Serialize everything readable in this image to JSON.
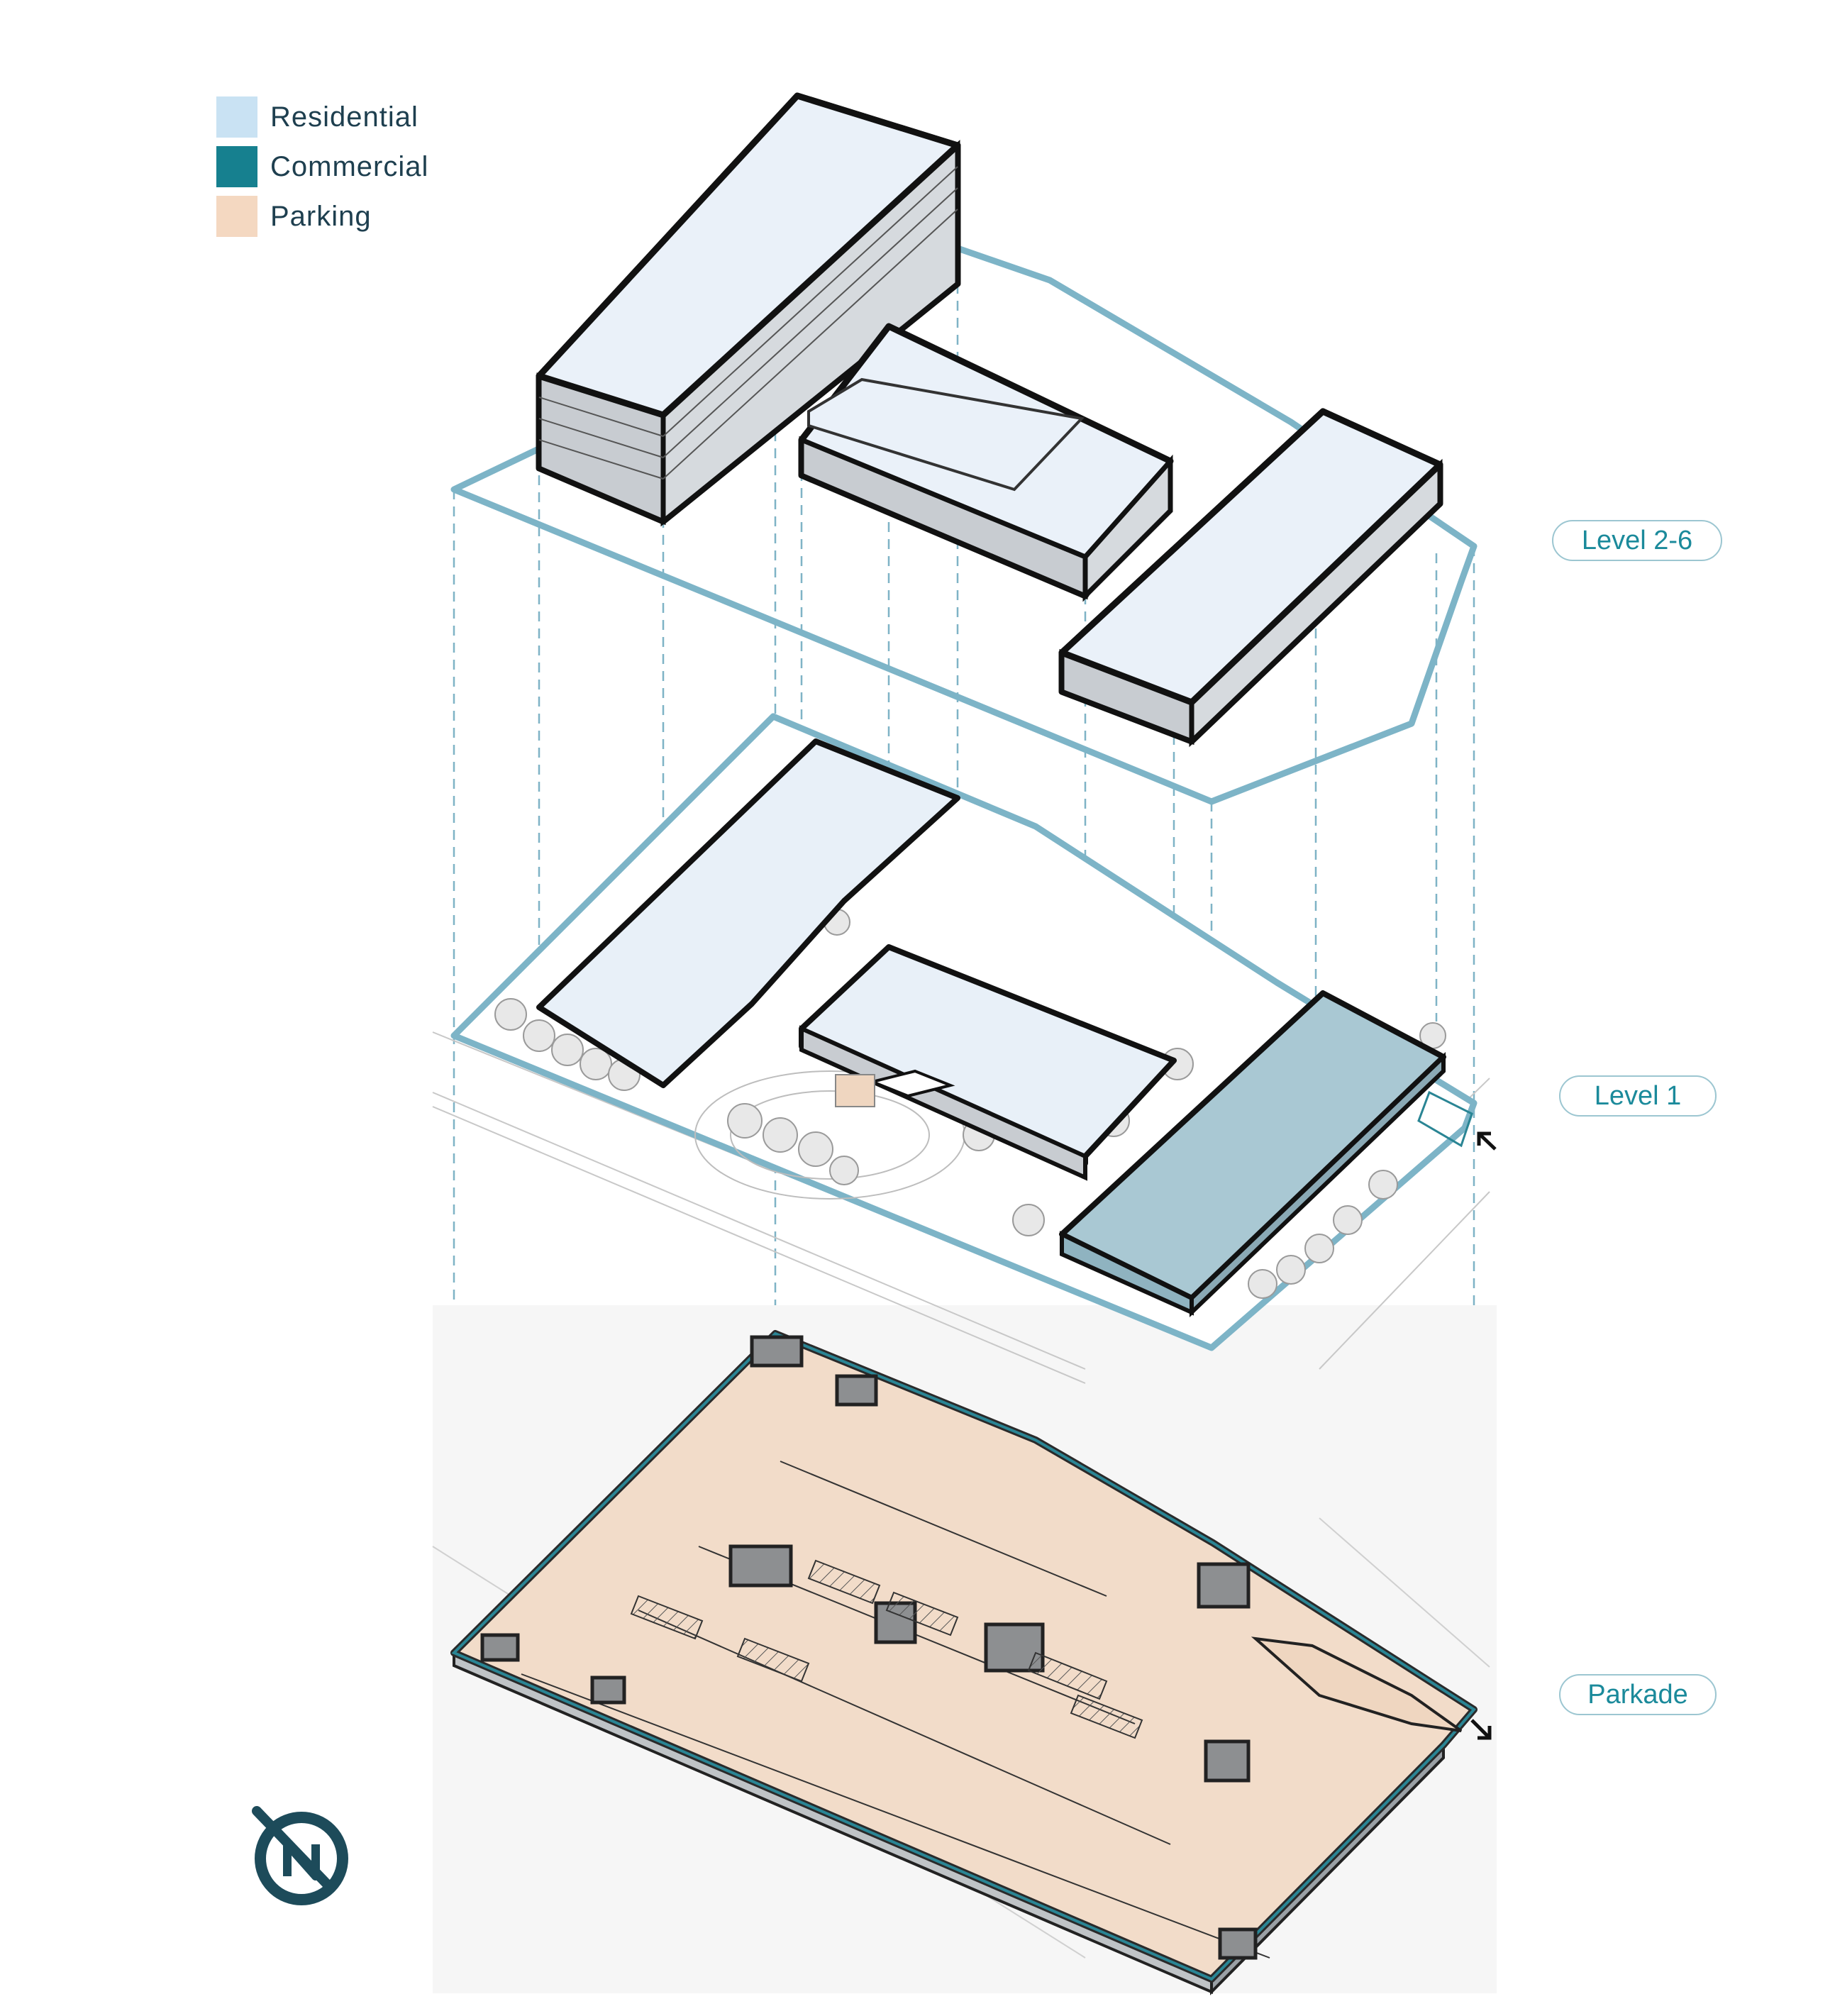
{
  "legend": {
    "items": [
      {
        "label": "Residential",
        "color": "#c9e2f3"
      },
      {
        "label": "Commercial",
        "color": "#16808f"
      },
      {
        "label": "Parking",
        "color": "#f4d8c1"
      }
    ]
  },
  "levels": {
    "upper": "Level 2-6",
    "ground": "Level 1",
    "parkade": "Parkade"
  },
  "colors": {
    "site_outline": "#7db4c7",
    "building_face_light": "#eaf1f9",
    "building_face_shade": "#c8ccd1",
    "commercial_face": "#a9c8d3",
    "parking_floor": "#f2dcc9",
    "projection_line": "#7fb3c6",
    "ink": "#111111"
  },
  "icons": {
    "north_arrow": "north-arrow-icon",
    "entry_arrow": "entry-arrow-icon",
    "exit_arrow": "exit-arrow-icon"
  }
}
